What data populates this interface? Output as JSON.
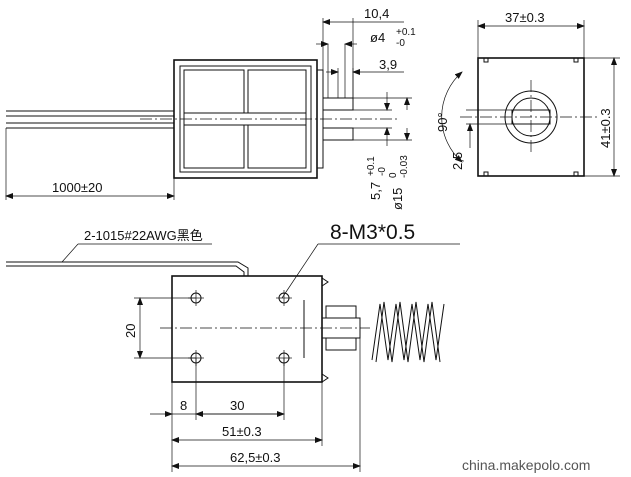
{
  "front_view": {
    "dim_length": "1000±20",
    "dim_overall_top": "10,4",
    "dim_bore_main": "ø4",
    "dim_bore_tol_upper": "+0.1",
    "dim_bore_tol_lower": "-0",
    "dim_step": "3,9",
    "dim_small_dia_main": "5,7",
    "dim_small_dia_tol_upper": "+0.1",
    "dim_small_dia_tol_lower": "-0",
    "dim_large_dia_main": "ø15",
    "dim_large_dia_tol_upper": "0",
    "dim_large_dia_tol_lower": "-0.03"
  },
  "side_view": {
    "dim_width": "37±0.3",
    "dim_height": "41±0.3",
    "dim_angle": "90°",
    "dim_depth": "2,5"
  },
  "top_view": {
    "wire_spec": "2-1015#22AWG黑色",
    "thread_spec": "8-M3*0.5",
    "dim_hole_pitch_v": "20",
    "dim_edge_offset": "8",
    "dim_hole_pitch_h": "30",
    "dim_frame_length": "51±0.3",
    "dim_total_length": "62,5±0.3"
  },
  "watermark": "china.makepolo.com",
  "colors": {
    "ink": "#111111",
    "background": "#ffffff",
    "watermark": "#555555"
  }
}
